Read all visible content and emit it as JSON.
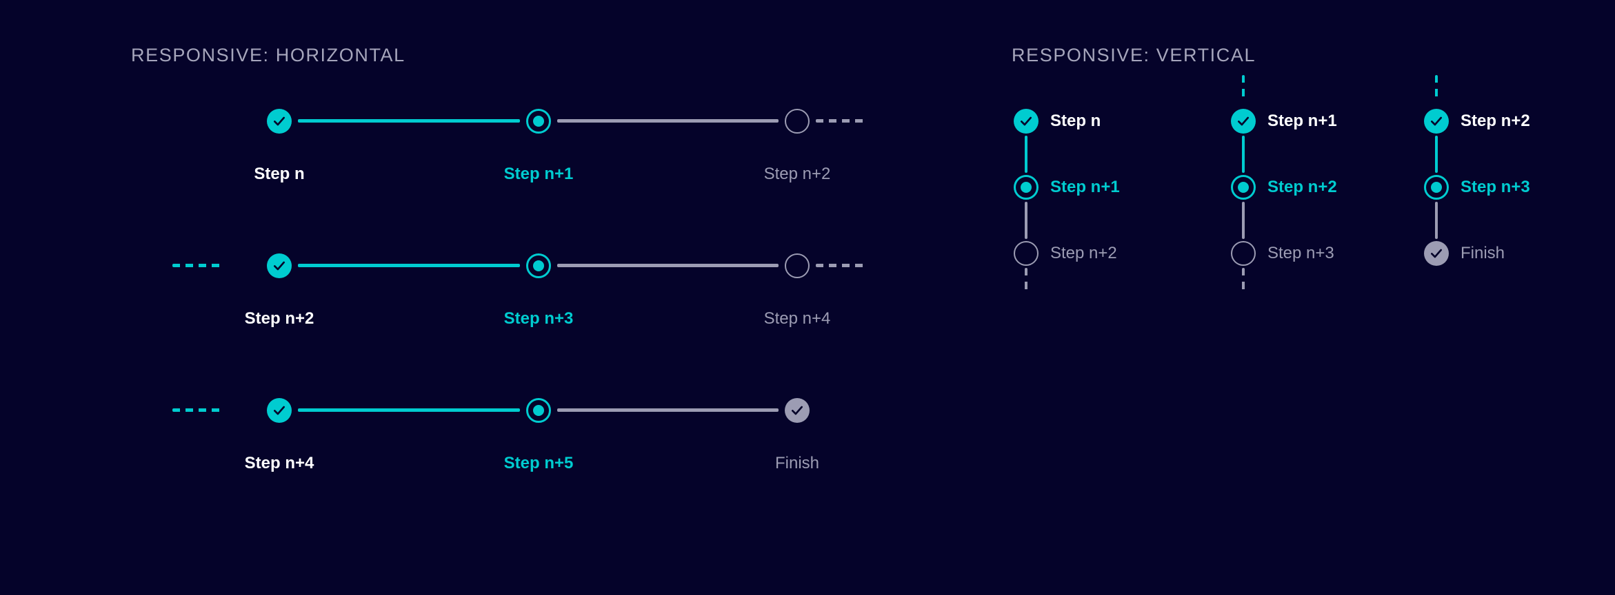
{
  "sections": {
    "horizontal_title": "RESPONSIVE: HORIZONTAL",
    "vertical_title": "RESPONSIVE: VERTICAL"
  },
  "colors": {
    "background": "#05032a",
    "accent_cyan": "#00ccd0",
    "muted_grey": "#9c9cb3",
    "active_text": "#ffffff",
    "header_text": "#a6a6bc"
  },
  "horizontal": {
    "rows": [
      {
        "lead_connector": "none",
        "trail_connector": "dashed-grey",
        "steps": [
          {
            "label": "Step n",
            "state": "done",
            "icon": "check-circle-filled-icon"
          },
          {
            "label": "Step n+1",
            "state": "current",
            "icon": "radio-dot-icon"
          },
          {
            "label": "Step n+2",
            "state": "upcoming",
            "icon": "empty-circle-icon"
          }
        ],
        "connectors": [
          "solid-cyan",
          "solid-grey"
        ]
      },
      {
        "lead_connector": "dashed-cyan",
        "trail_connector": "dashed-grey",
        "steps": [
          {
            "label": "Step n+2",
            "state": "done",
            "icon": "check-circle-filled-icon"
          },
          {
            "label": "Step n+3",
            "state": "current",
            "icon": "radio-dot-icon"
          },
          {
            "label": "Step n+4",
            "state": "upcoming",
            "icon": "empty-circle-icon"
          }
        ],
        "connectors": [
          "solid-cyan",
          "solid-grey"
        ]
      },
      {
        "lead_connector": "dashed-cyan",
        "trail_connector": "none",
        "steps": [
          {
            "label": "Step n+4",
            "state": "done",
            "icon": "check-circle-filled-icon"
          },
          {
            "label": "Step n+5",
            "state": "current",
            "icon": "radio-dot-icon"
          },
          {
            "label": "Finish",
            "state": "finish",
            "icon": "check-circle-grey-icon"
          }
        ],
        "connectors": [
          "solid-cyan",
          "solid-grey"
        ]
      }
    ]
  },
  "vertical": {
    "columns": [
      {
        "top_connector": "none",
        "bottom_connector": "dashed-grey",
        "connectors": [
          "solid-cyan",
          "solid-grey"
        ],
        "steps": [
          {
            "label": "Step n",
            "state": "done",
            "icon": "check-circle-filled-icon"
          },
          {
            "label": "Step n+1",
            "state": "current",
            "icon": "radio-dot-icon"
          },
          {
            "label": "Step n+2",
            "state": "upcoming",
            "icon": "empty-circle-icon"
          }
        ]
      },
      {
        "top_connector": "dashed-cyan",
        "bottom_connector": "dashed-grey",
        "connectors": [
          "solid-cyan",
          "solid-grey"
        ],
        "steps": [
          {
            "label": "Step n+1",
            "state": "done",
            "icon": "check-circle-filled-icon"
          },
          {
            "label": "Step n+2",
            "state": "current",
            "icon": "radio-dot-icon"
          },
          {
            "label": "Step n+3",
            "state": "upcoming",
            "icon": "empty-circle-icon"
          }
        ]
      },
      {
        "top_connector": "dashed-cyan",
        "bottom_connector": "none",
        "connectors": [
          "solid-cyan",
          "solid-grey"
        ],
        "steps": [
          {
            "label": "Step n+2",
            "state": "done",
            "icon": "check-circle-filled-icon"
          },
          {
            "label": "Step n+3",
            "state": "current",
            "icon": "radio-dot-icon"
          },
          {
            "label": "Finish",
            "state": "finish",
            "icon": "check-circle-grey-icon"
          }
        ]
      }
    ]
  }
}
